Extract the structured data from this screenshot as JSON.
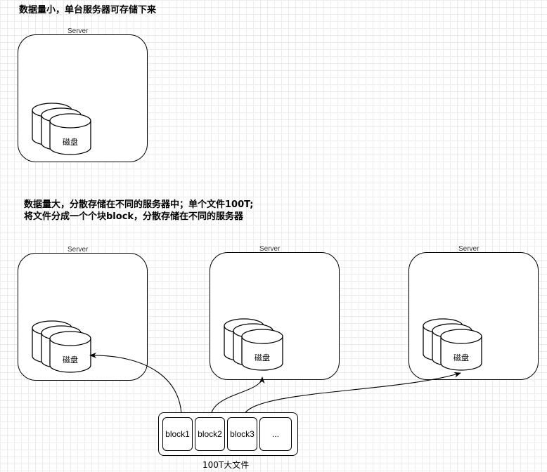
{
  "headings": {
    "small_data": "数据量小，单台服务器可存储下来",
    "large_data_line1": "数据量大，分散存储在不同的服务器中；单个文件100T;",
    "large_data_line2": "将文件分成一个个块block，分散存储在不同的服务器"
  },
  "servers": [
    {
      "label": "Server",
      "disk_label": "磁盘"
    },
    {
      "label": "Server",
      "disk_label": "磁盘"
    },
    {
      "label": "Server",
      "disk_label": "磁盘"
    },
    {
      "label": "Server",
      "disk_label": "磁盘"
    }
  ],
  "file": {
    "blocks": [
      "block1",
      "block2",
      "block3",
      "..."
    ],
    "caption": "100T大文件"
  }
}
